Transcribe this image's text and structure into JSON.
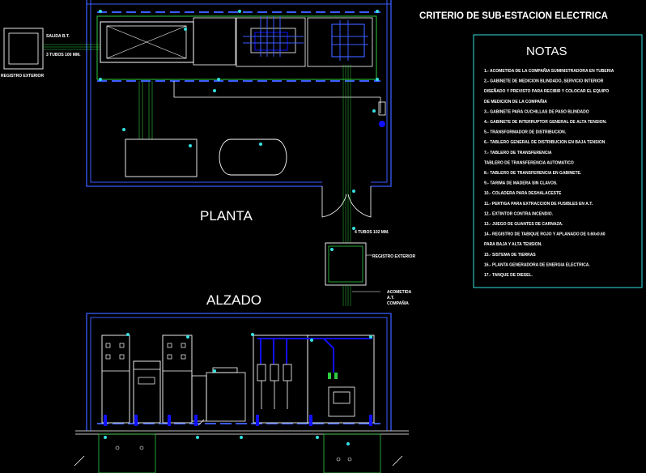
{
  "drawing_title": "CRITERIO DE SUB-ESTACION ELECTRICA",
  "plan_label": "PLANTA",
  "elevation_label": "ALZADO",
  "notes_title": "NOTAS",
  "notes": [
    "1.- ACOMETIDA DE LA COMPAÑIA SUMINISTRADORA EN TUBERIA",
    "2.- GABINETE DE MEDICION BLINDADO, SERVICIO INTERIOR",
    "DISEÑADO Y PREVISTO PARA RECIBIR Y COLOCAR EL EQUIPO",
    "DE MEDICION DE LA COMPAÑIA",
    "3.- GABINETE PARA CUCHILLAS DE PASO BLINDADO",
    "4.- GABINETE DE INTERRUPTOR GENERAL DE ALTA TENSION.",
    "5.- TRANSFORMADOR DE DISTRIBUCION.",
    "6.- TABLERO GENERAL DE DISTRIBUCION EN BAJA TENSION",
    "7.- TABLERO DE TRANSFERENCIA",
    "TABLERO DE TRANSFERENCIA AUTOMATICO",
    "8.- TABLERO DE TRANSFERENCIA EN GABINETE.",
    "9.- TARIMA DE MADERA SIN CLAVOS.",
    "10.- COLADERA PARA DESHALACESTE",
    "11.- PERTIGA PARA EXTRACCION DE FUSIBLES EN A.T.",
    "12.- EXTINTOR CONTRA INCENDIO.",
    "13.- JUEGO DE GUANTES DE CARNAZA.",
    "14.- REGISTRO DE TABIQUE ROJO Y APLANADO DE 0.60x0.60",
    "PARA BAJA Y ALTA TENSION.",
    "15.- SISTEMA DE TIERRAS",
    "16.- PLANTA GENERADORA DE ENERGIA ELECTRICA.",
    "17.- TANQUE DE DIESEL."
  ],
  "labels": {
    "salida": "SALIDA B.T.",
    "tubos_left": "3 TUBOS 100 MM.",
    "registro_left": "REGISTRO EXTERIOR",
    "tubos_bottom": "4 TUBOS 102 MM.",
    "registro_bottom": "REGISTRO EXTERIOR",
    "acometida_1": "ACOMETIDA",
    "acometida_2": "A.T.",
    "acometida_3": "COMPAÑIA"
  },
  "colors": {
    "background": "#000000",
    "walls": "#3a5cff",
    "equipment": "#ffffff",
    "green": "#2ecc40",
    "cyan": "#35e0e0",
    "blue": "#1010ff"
  }
}
